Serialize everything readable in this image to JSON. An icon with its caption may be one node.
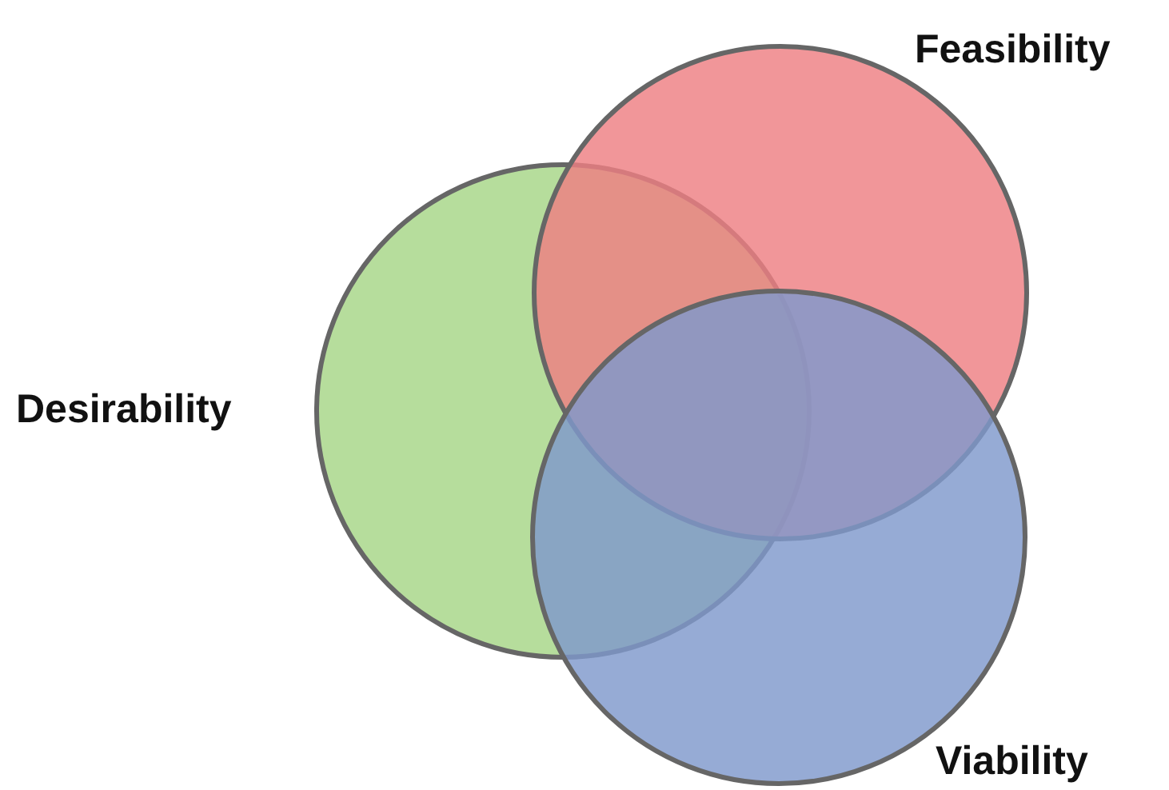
{
  "diagram": {
    "nodes": [
      {
        "text": [],
        "shape": "circle",
        "beside": [
          "Feasibility"
        ]
      },
      {
        "text": [],
        "shape": "circle",
        "beside": [
          "Desirability"
        ]
      },
      {
        "text": [],
        "shape": "circle",
        "beside": [
          "Viability"
        ]
      }
    ]
  }
}
